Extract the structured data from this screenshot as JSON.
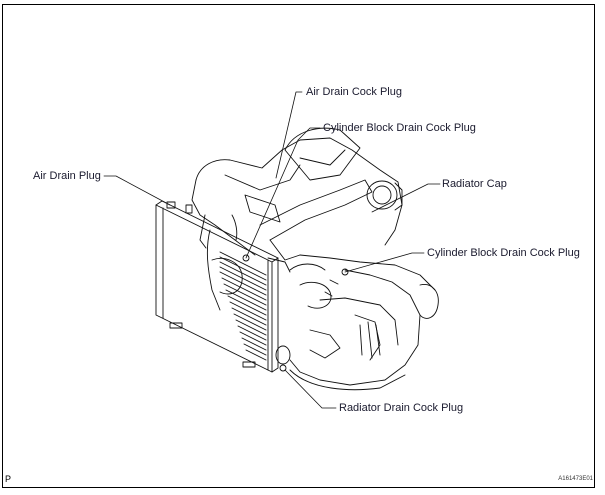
{
  "diagram": {
    "subject": "engine-with-radiator-line-drawing",
    "labels": {
      "air_drain_cock_plug": "Air Drain Cock Plug",
      "cylinder_block_drain_cock_plug_upper": "Cylinder Block Drain Cock Plug",
      "air_drain_plug": "Air Drain Plug",
      "radiator_cap": "Radiator Cap",
      "cylinder_block_drain_cock_plug_lower": "Cylinder Block Drain Cock Plug",
      "radiator_drain_cock_plug": "Radiator Drain Cock Plug"
    },
    "corner_mark": "P",
    "figure_id": "A161473E01"
  }
}
